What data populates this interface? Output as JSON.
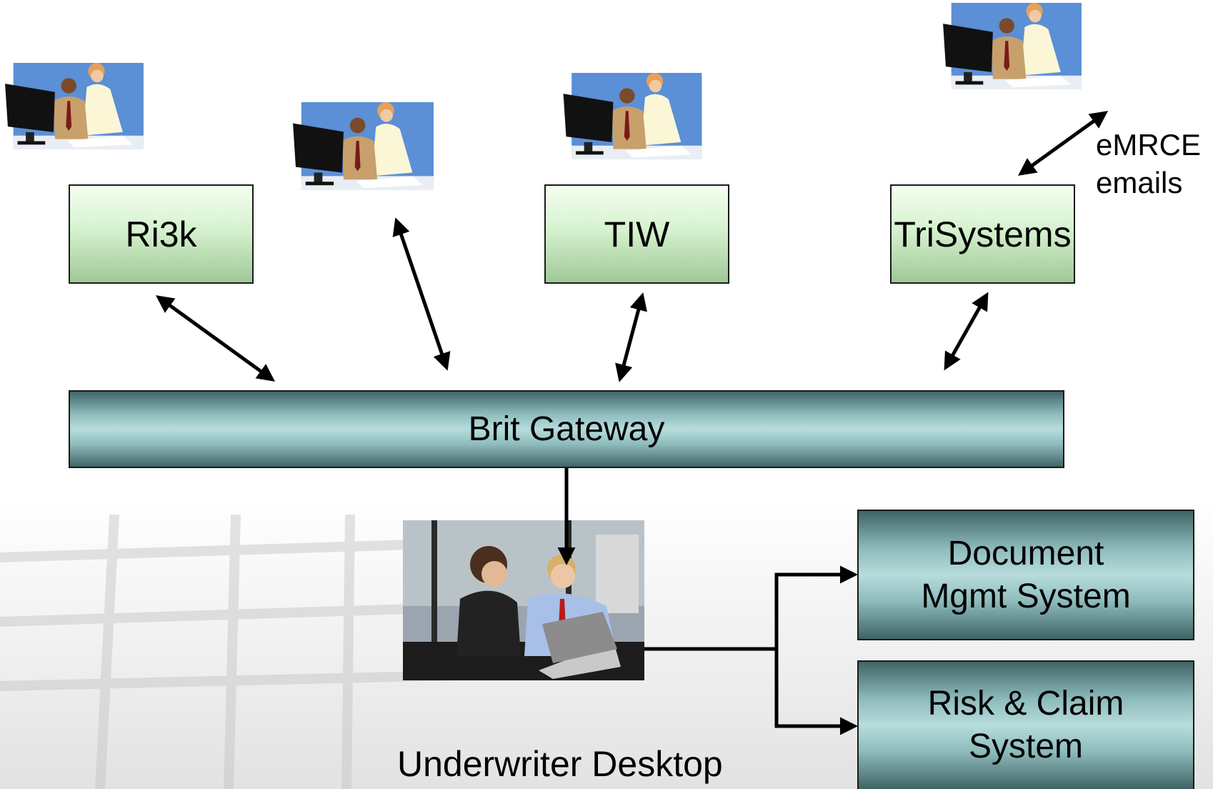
{
  "systems": {
    "ri3k": "Ri3k",
    "tiw": "TIW",
    "trisystems": "TriSystems"
  },
  "gateway": {
    "label": "Brit Gateway"
  },
  "desktop": {
    "caption": "Underwriter Desktop"
  },
  "downstream": {
    "dms_line1": "Document",
    "dms_line2": "Mgmt System",
    "rcs_line1": "Risk & Claim",
    "rcs_line2": "System"
  },
  "emrce": {
    "line1": "eMRCE",
    "line2": "emails"
  },
  "colors": {
    "sky": "#5b8fd6",
    "box_green": "#d6f2cf",
    "box_teal": "#b7dcdc",
    "connector": "#000000"
  }
}
